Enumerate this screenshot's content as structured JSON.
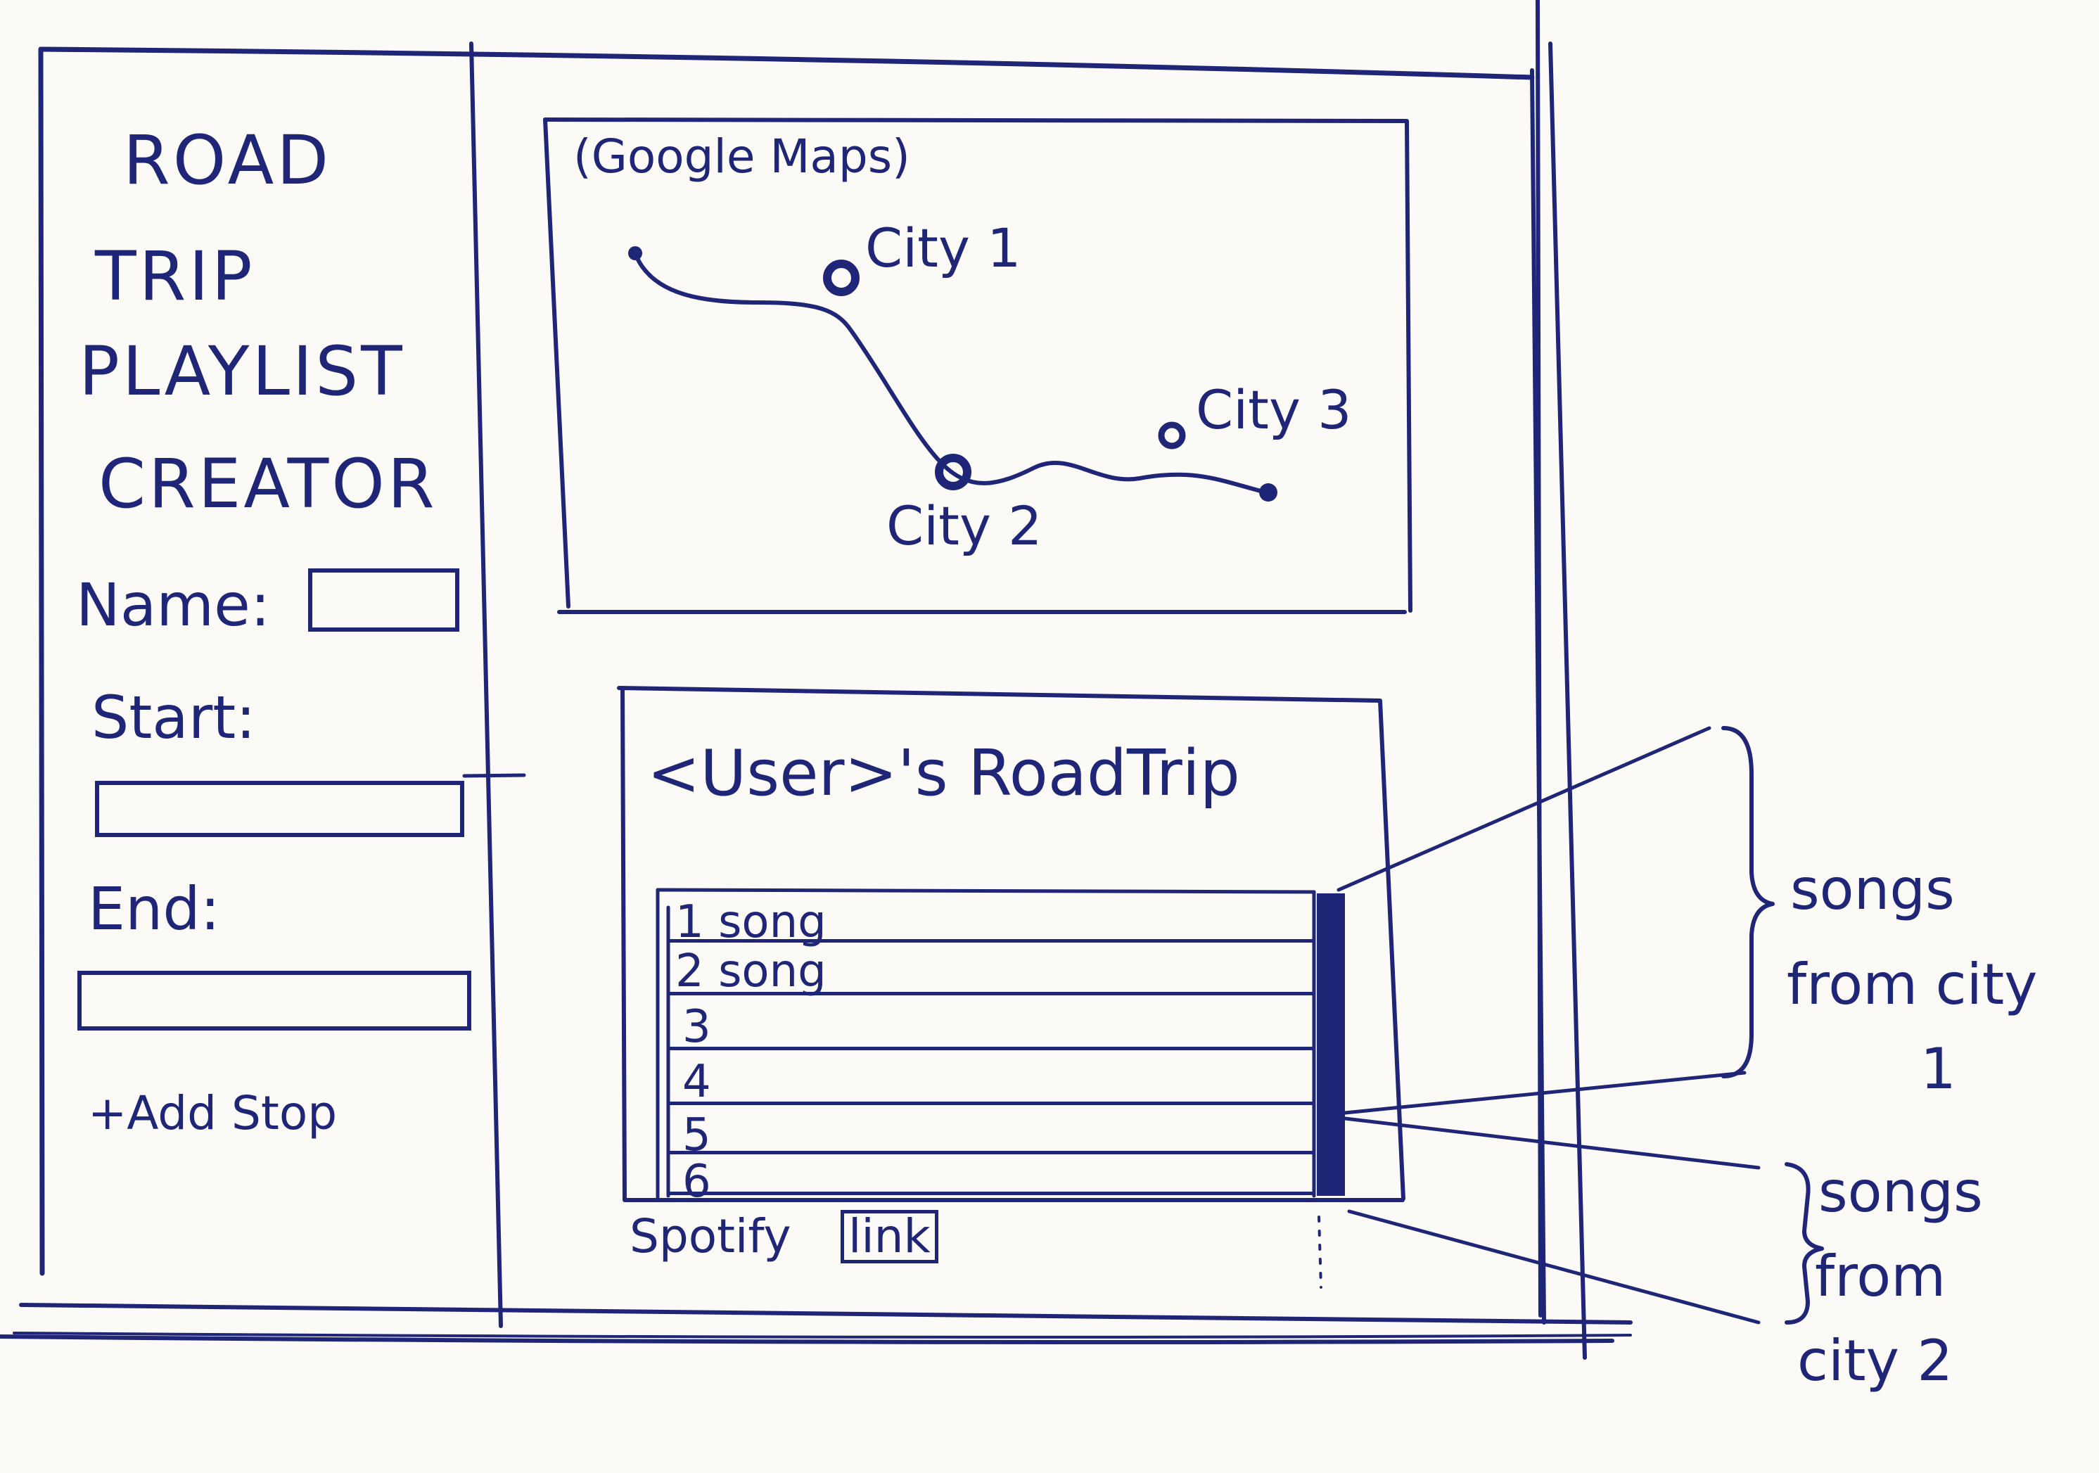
{
  "app": {
    "title_lines": [
      "ROAD",
      "TRIP",
      "PLAYLIST",
      "CREATOR"
    ]
  },
  "form": {
    "name_label": "Name:",
    "start_label": "Start:",
    "end_label": "End:",
    "add_stop_label": "+Add Stop",
    "name_value": "",
    "start_value": "",
    "end_value": ""
  },
  "map": {
    "label": "(Google Maps)",
    "cities": [
      "City 1",
      "City 2",
      "City 3"
    ]
  },
  "playlist": {
    "title": "<User>'s RoadTrip",
    "rows": [
      "1 song",
      "2 song",
      "3",
      "4",
      "5",
      "6"
    ],
    "spotify_text": "Spotify",
    "link_text": "link"
  },
  "annotations": {
    "city1_lines": [
      "songs",
      "from city",
      "1"
    ],
    "city2_lines": [
      "songs",
      "from",
      "city 2"
    ]
  }
}
